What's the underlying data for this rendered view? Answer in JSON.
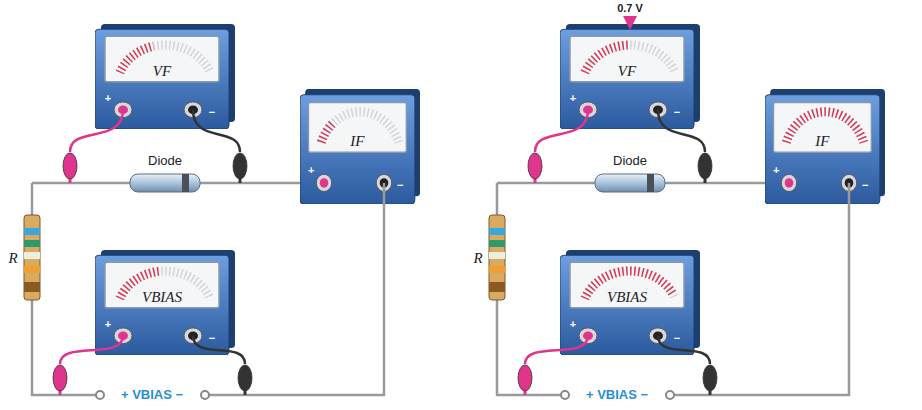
{
  "diagram": {
    "nodes": [
      {
        "text": [
          "VF"
        ]
      },
      {
        "text": [
          "IF"
        ]
      },
      {
        "text": [
          "VBIAS"
        ]
      },
      {
        "text": [
          "VF"
        ]
      },
      {
        "text": [
          "IF"
        ]
      },
      {
        "text": [
          "VBIAS"
        ]
      }
    ],
    "labels": [
      "+",
      "−",
      "Diode",
      "+",
      "−",
      "R",
      "+",
      "−",
      "+ VBIAS −",
      "0.7 V",
      "+",
      "−",
      "Diode",
      "+",
      "−",
      "R",
      "+",
      "−",
      "+ VBIAS −"
    ]
  }
}
